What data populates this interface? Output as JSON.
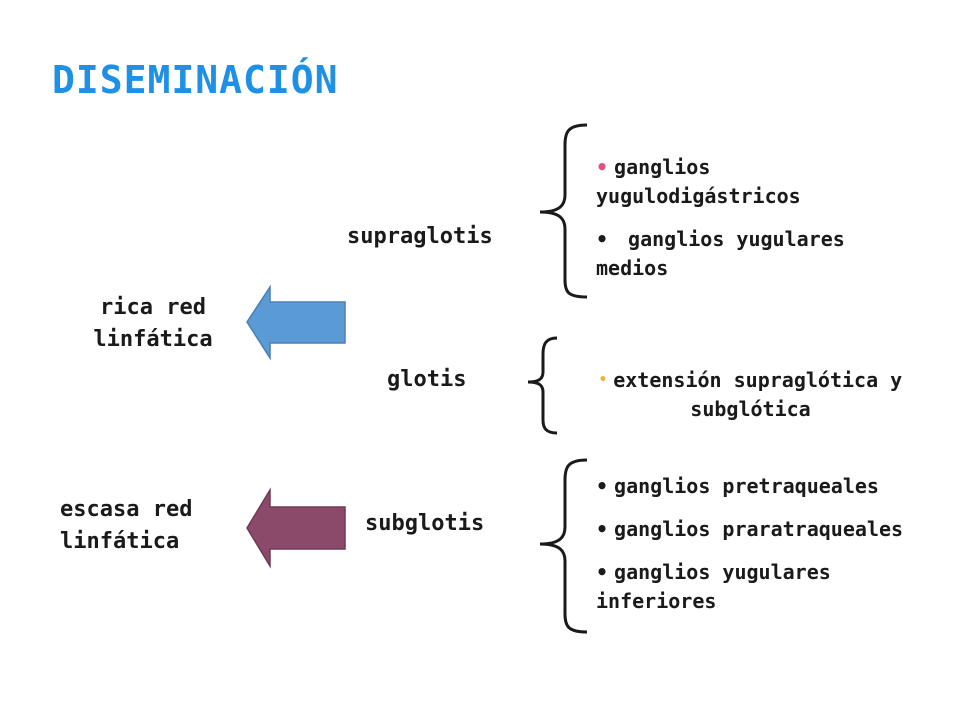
{
  "title": "DISEMINACIÓN",
  "colors": {
    "title": "#1e90e6",
    "arrow_top": "#5b9bd5",
    "arrow_bottom": "#8b4a6a",
    "bullet_pink": "#e0527a",
    "bullet_gold": "#e6b43a"
  },
  "left": {
    "top_label": "rica red\nlinfática",
    "bottom_label": "escasa red\nlinfática"
  },
  "regions": {
    "supraglotis": {
      "label": "supraglotis",
      "items": [
        "ganglios yugulodigástricos",
        "ganglios yugulares medios"
      ]
    },
    "glotis": {
      "label": "glotis",
      "items": [
        "extensión supraglótica y subglótica"
      ]
    },
    "subglotis": {
      "label": "subglotis",
      "items": [
        "ganglios pretraqueales",
        "ganglios praratraqueales",
        "ganglios yugulares inferiores"
      ]
    }
  }
}
